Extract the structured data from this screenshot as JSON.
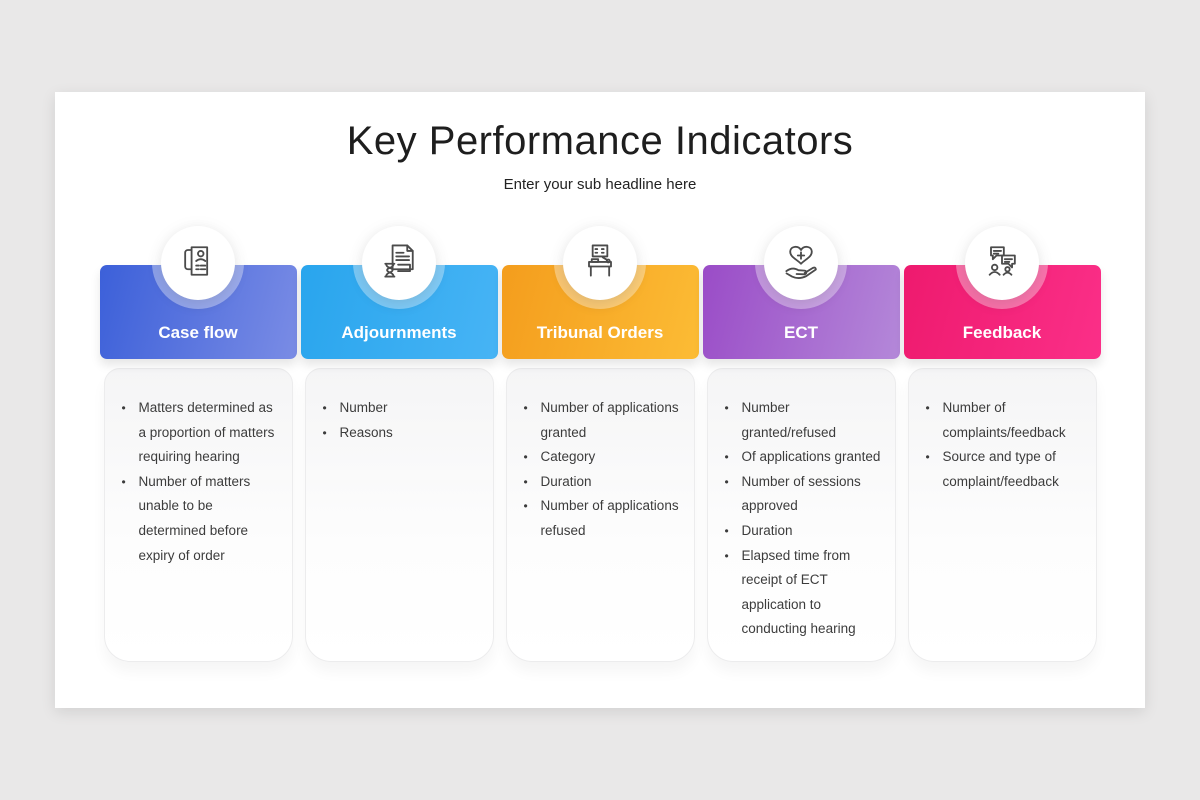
{
  "page": {
    "background_color": "#e9e8e8",
    "slide_background_color": "#ffffff"
  },
  "header": {
    "title": "Key Performance Indicators",
    "subtitle": "Enter your sub headline here"
  },
  "cards": [
    {
      "label": "Case flow",
      "icon": "case-file-icon",
      "color_from": "#3c60d9",
      "color_to": "#7a8ce5",
      "bullets": [
        "Matters determined as a proportion of matters requiring hearing",
        "Number of matters unable to be determined before expiry of order"
      ]
    },
    {
      "label": "Adjournments",
      "icon": "document-hourglass-icon",
      "color_from": "#29a5ed",
      "color_to": "#47b4f5",
      "bullets": [
        "Number",
        "Reasons"
      ]
    },
    {
      "label": "Tribunal Orders",
      "icon": "tribunal-bench-icon",
      "color_from": "#f49d1d",
      "color_to": "#fcbc35",
      "bullets": [
        "Number of applications granted",
        "Category",
        "Duration",
        "Number of applications refused"
      ]
    },
    {
      "label": "ECT",
      "icon": "hand-heart-health-icon",
      "color_from": "#9a4cc7",
      "color_to": "#b488d9",
      "bullets": [
        "Number granted/refused",
        "Of applications granted",
        "Number of sessions approved",
        "Duration",
        "Elapsed time from receipt of ECT application to conducting hearing"
      ]
    },
    {
      "label": "Feedback",
      "icon": "feedback-chat-people-icon",
      "color_from": "#ee1a6e",
      "color_to": "#fb2f88",
      "bullets": [
        "Number of complaints/feedback",
        "Source and type of complaint/feedback"
      ]
    }
  ]
}
